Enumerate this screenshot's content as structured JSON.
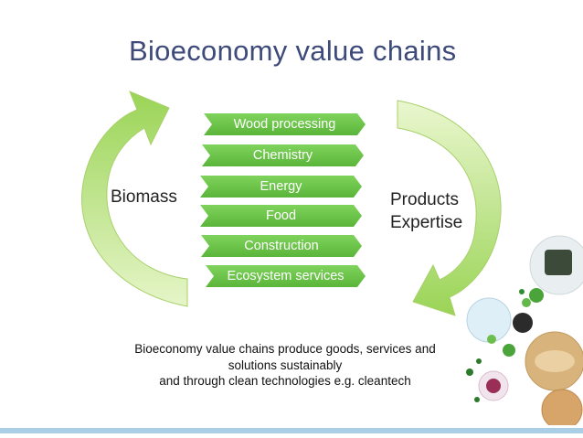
{
  "title": "Bioeconomy value chains",
  "left_label": "Biomass",
  "right_label": {
    "line1": "Products",
    "line2": "Expertise"
  },
  "chains": [
    "Wood processing",
    "Chemistry",
    "Energy",
    "Food",
    "Construction",
    "Ecosystem services"
  ],
  "caption": {
    "line1": "Bioeconomy value chains produce goods, services and",
    "line2": "solutions sustainably",
    "line3": "and through clean technologies e.g. cleantech"
  },
  "colors": {
    "title": "#3d4a7a",
    "chain_green": "#6cc548",
    "arrow_green": "#b8e07a",
    "bottom_bar": "#a9cee6"
  },
  "icons": [
    "cycle-arrow-left-icon",
    "cycle-arrow-right-icon",
    "product-photo-collage"
  ]
}
